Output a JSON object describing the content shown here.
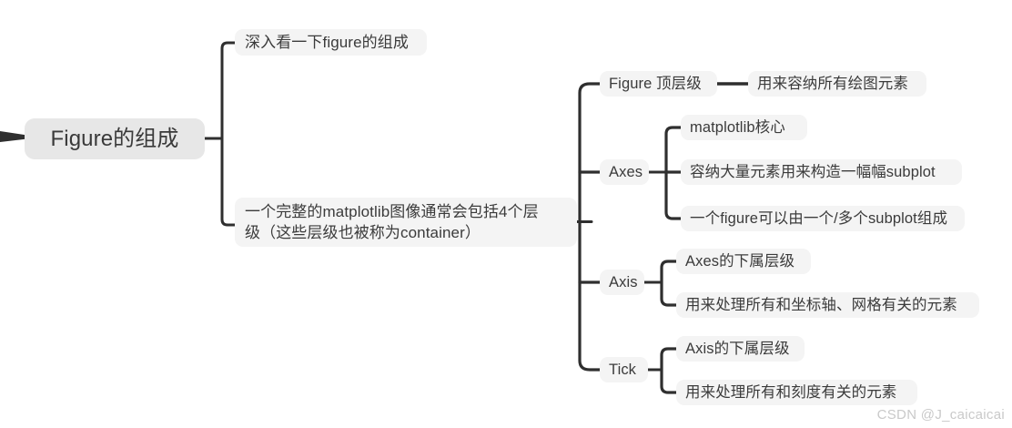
{
  "meta": {
    "watermark": "CSDN @J_caicaicai",
    "line_color": "#2f2f2f",
    "root_bg": "#e7e7e7",
    "node_bg": "#f4f4f4",
    "text_color": "#3b3b3b",
    "canvas_bg": "#ffffff"
  },
  "mindmap": {
    "root": {
      "label": "Figure的组成"
    },
    "branches": [
      {
        "label": "深入看一下figure的组成",
        "children": []
      },
      {
        "label": "一个完整的matplotlib图像通常会包括4个层\n级（这些层级也被称为container）",
        "children": [
          {
            "label": "Figure 顶层级",
            "children": [
              {
                "label": "用来容纳所有绘图元素"
              }
            ]
          },
          {
            "label": "Axes",
            "children": [
              {
                "label": "matplotlib核心"
              },
              {
                "label": "容纳大量元素用来构造一幅幅subplot"
              },
              {
                "label": "一个figure可以由一个/多个subplot组成"
              }
            ]
          },
          {
            "label": "Axis",
            "children": [
              {
                "label": "Axes的下属层级"
              },
              {
                "label": "用来处理所有和坐标轴、网格有关的元素"
              }
            ]
          },
          {
            "label": "Tick",
            "children": [
              {
                "label": "Axis的下属层级"
              },
              {
                "label": "用来处理所有和刻度有关的元素"
              }
            ]
          }
        ]
      }
    ]
  }
}
